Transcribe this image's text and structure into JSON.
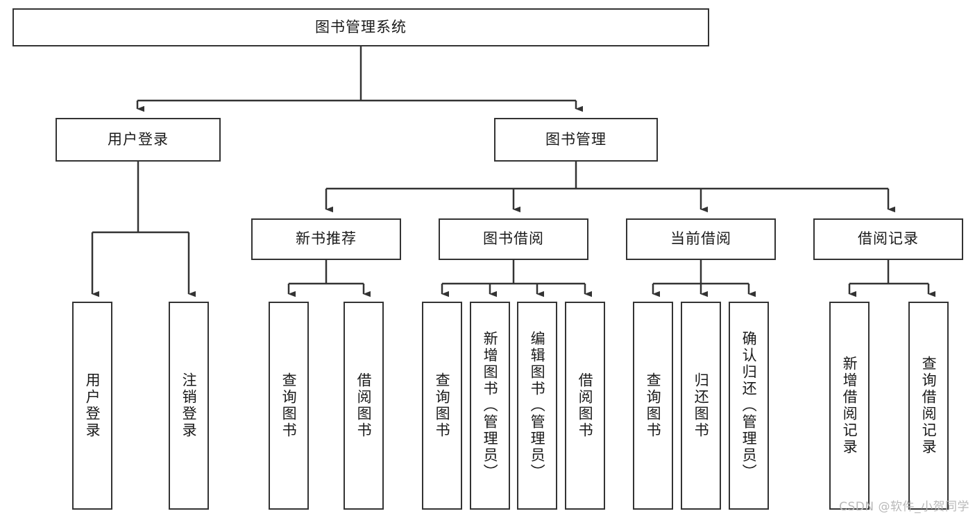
{
  "diagram": {
    "type": "tree",
    "title": "图书管理系统",
    "watermark": "CSDN @软件_小贺同学",
    "colors": {
      "stroke": "#333333",
      "fill": "#ffffff",
      "text": "#1a1a1a",
      "watermark": "#b9b9b9"
    },
    "root": {
      "label": "图书管理系统"
    },
    "level2": [
      {
        "label": "用户登录"
      },
      {
        "label": "图书管理"
      }
    ],
    "level3": [
      {
        "label": "新书推荐"
      },
      {
        "label": "图书借阅"
      },
      {
        "label": "当前借阅"
      },
      {
        "label": "借阅记录"
      }
    ],
    "leaves": {
      "user_login": [
        {
          "label": "用户登录"
        },
        {
          "label": "注销登录"
        }
      ],
      "new_book": [
        {
          "label": "查询图书"
        },
        {
          "label": "借阅图书"
        }
      ],
      "book_borrow": [
        {
          "label": "查询图书"
        },
        {
          "label": "新增图书（管理员）"
        },
        {
          "label": "编辑图书（管理员）"
        },
        {
          "label": "借阅图书"
        }
      ],
      "current_borrow": [
        {
          "label": "查询图书"
        },
        {
          "label": "归还图书"
        },
        {
          "label": "确认归还（管理员）"
        }
      ],
      "borrow_record": [
        {
          "label": "新增借阅记录"
        },
        {
          "label": "查询借阅记录"
        }
      ]
    }
  }
}
